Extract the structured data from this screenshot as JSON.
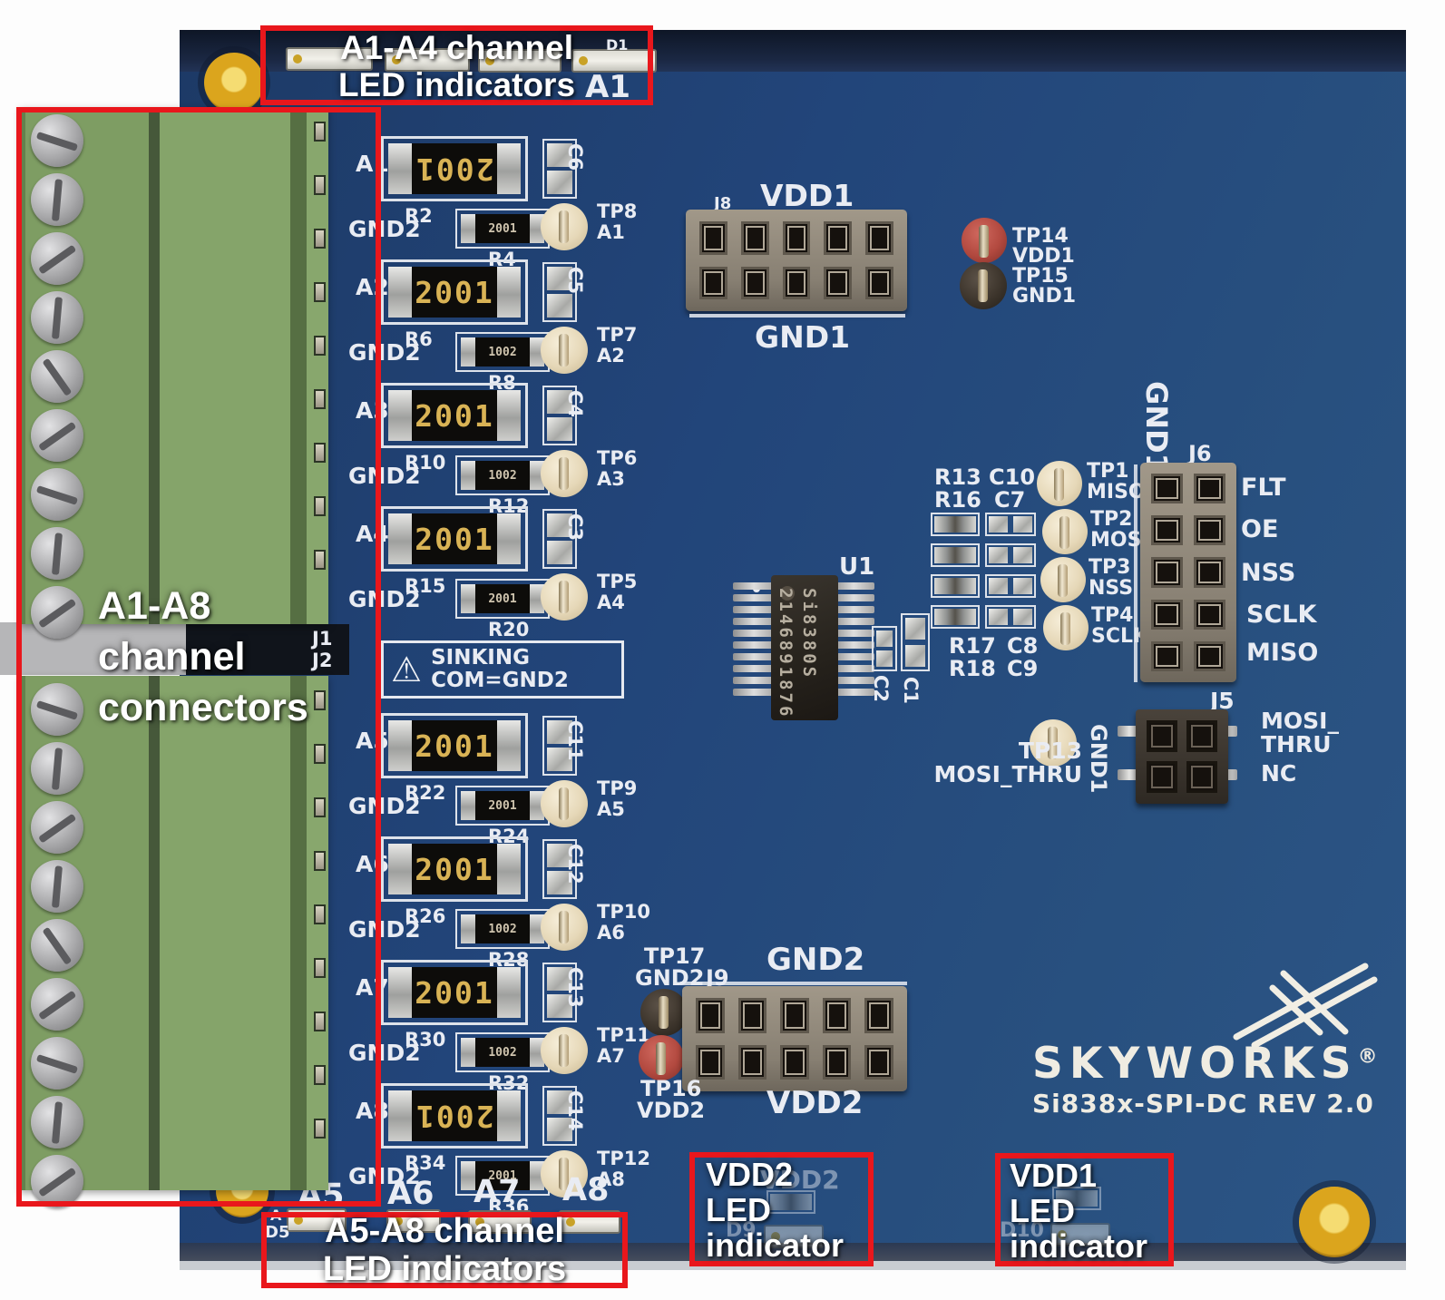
{
  "board": {
    "brand": "SKYWORKS",
    "brand_reg": "®",
    "model": "Si838x-SPI-DC REV 2.0",
    "chip": {
      "ref": "U1",
      "marking_line1": "Si8380S",
      "marking_line2": "2146891876"
    },
    "colors": {
      "pcb_blue": "#22457a",
      "annotation_red": "#e9171c",
      "connector_green": "#7e9d63",
      "silk_white": "#e9ecf3",
      "fiducial_gold": "#dba51d"
    }
  },
  "annotations": {
    "top": {
      "lines": [
        "A1-A4 channel",
        "LED indicators"
      ]
    },
    "left": {
      "lines": [
        "A1-A8",
        "channel",
        "connectors"
      ]
    },
    "bottom": {
      "lines": [
        "A5-A8 channel",
        "LED indicators"
      ]
    },
    "vdd2": {
      "lines": [
        "VDD2",
        "LED",
        "indicator"
      ]
    },
    "vdd1": {
      "lines": [
        "VDD1",
        "LED",
        "indicator"
      ]
    }
  },
  "top_strip": {
    "silk_a1": "A1",
    "silk_d1": "D1"
  },
  "bottom_strip": {
    "channel_labels": [
      {
        "label": "A5"
      },
      {
        "label": "A6"
      },
      {
        "label": "A7"
      },
      {
        "label": "A8"
      }
    ],
    "silk_a": "A",
    "silk_d5": "D5"
  },
  "channels_a1_a4": [
    {
      "name": "A1",
      "gnd": "GND2",
      "tp": "TP8",
      "big_r": "R2",
      "small_r": "R4",
      "cap": "C6",
      "big_marking": "2001",
      "small_marking": "2001"
    },
    {
      "name": "A2",
      "gnd": "GND2",
      "tp": "TP7",
      "big_r": "R6",
      "small_r": "R8",
      "cap": "C5",
      "big_marking": "2001",
      "small_marking": "1002"
    },
    {
      "name": "A3",
      "gnd": "GND2",
      "tp": "TP6",
      "big_r": "R10",
      "small_r": "R12",
      "cap": "C4",
      "big_marking": "2001",
      "small_marking": "1002"
    },
    {
      "name": "A4",
      "gnd": "GND2",
      "tp": "TP5",
      "big_r": "R15",
      "small_r": "R20",
      "cap": "C3",
      "big_marking": "2001",
      "small_marking": "2001"
    }
  ],
  "channels_a5_a8": [
    {
      "name": "A5",
      "gnd": "GND2",
      "tp": "TP9",
      "big_r": "R22",
      "small_r": "R24",
      "cap": "C11",
      "big_marking": "2001",
      "small_marking": "2001"
    },
    {
      "name": "A6",
      "gnd": "GND2",
      "tp": "TP10",
      "big_r": "R26",
      "small_r": "R28",
      "cap": "C12",
      "big_marking": "2001",
      "small_marking": "1002"
    },
    {
      "name": "A7",
      "gnd": "GND2",
      "tp": "TP11",
      "big_r": "R30",
      "small_r": "R32",
      "cap": "C13",
      "big_marking": "2001",
      "small_marking": "1002"
    },
    {
      "name": "A8",
      "gnd": "GND2",
      "tp": "TP12",
      "big_r": "R34",
      "small_r": "R36",
      "cap": "C14",
      "big_marking": "2001",
      "small_marking": "2001"
    }
  ],
  "warning": {
    "icon": "⚠",
    "line1": "SINKING",
    "line2": "COM=GND2"
  },
  "connectors": {
    "j1": "J1",
    "j2": "J2"
  },
  "j8": {
    "ref": "J8",
    "top_label": "VDD1",
    "bottom_label": "GND1"
  },
  "tp14": {
    "tp": "TP14",
    "net": "VDD1"
  },
  "tp15": {
    "tp": "TP15",
    "net": "GND1"
  },
  "j6": {
    "ref": "J6",
    "side_label": "GND1",
    "pin_labels": [
      {
        "label": "FLT"
      },
      {
        "label": "OE"
      },
      {
        "label": "NSS"
      },
      {
        "label": "SCLK"
      },
      {
        "label": "MISO"
      }
    ]
  },
  "spi_tps": [
    {
      "tp": "TP1",
      "net": "MISO"
    },
    {
      "tp": "TP2",
      "net": "MOSI"
    },
    {
      "tp": "TP3",
      "net": "NSS"
    },
    {
      "tp": "TP4",
      "net": "SCLK"
    }
  ],
  "array": {
    "r_top1": "R13",
    "r_top2": "R16",
    "c_top1": "C10",
    "c_top2": "C7",
    "r_bot1": "R17",
    "r_bot2": "R18",
    "c_bot1": "C8",
    "c_bot2": "C9"
  },
  "u1_caps": {
    "c2": "C2",
    "c1": "C1"
  },
  "tp13": {
    "tp": "TP13",
    "net": "MOSI_THRU"
  },
  "j5": {
    "ref": "J5",
    "side_label": "GND1",
    "right_label_line1": "MOSI_",
    "right_label_line2": "THRU",
    "right_label_nc": "NC"
  },
  "j9": {
    "ref": "J9",
    "top_label": "GND2",
    "bottom_label": "VDD2"
  },
  "tp17": {
    "tp": "TP17",
    "net": "GND2"
  },
  "tp16": {
    "tp": "TP16",
    "net": "VDD2"
  },
  "vdd2_silk": {
    "net": "VDD2",
    "diode": "D9"
  },
  "vdd1_silk": {
    "diode": "D10"
  }
}
